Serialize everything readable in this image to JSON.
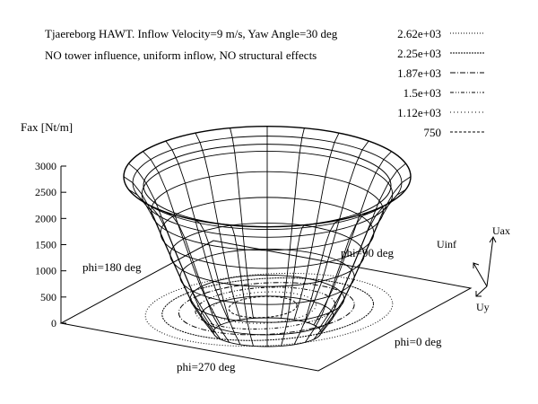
{
  "chart_data": {
    "type": "surface",
    "title_lines": [
      "Tjaereborg HAWT.  Inflow Velocity=9 m/s, Yaw Angle=30 deg",
      "NO tower influence, uniform inflow, NO structural effects"
    ],
    "zlabel": "Fax [Nt/m]",
    "z_ticks": [
      "3000",
      "2500",
      "2000",
      "1500",
      "1000",
      "500",
      "0"
    ],
    "zlim": [
      0,
      3000
    ],
    "grid": false,
    "legend_position": "top-right",
    "contour_levels": [
      {
        "label": "2.62e+03",
        "value": 2620
      },
      {
        "label": "2.25e+03",
        "value": 2250
      },
      {
        "label": "1.87e+03",
        "value": 1870
      },
      {
        "label": "1.5e+03",
        "value": 1500
      },
      {
        "label": "1.12e+03",
        "value": 1120
      },
      {
        "label": "750",
        "value": 750
      }
    ],
    "azimuth_labels": {
      "phi0": "phi=0 deg",
      "phi90": "phi=90 deg",
      "phi180": "phi=180 deg",
      "phi270": "phi=270 deg"
    },
    "surface_rings": {
      "description_free": true,
      "mean_fax_by_ring": [
        0,
        300,
        600,
        1000,
        1400,
        1800,
        2200,
        2500,
        2700,
        2800
      ]
    },
    "vector_labels": {
      "uax": "Uax",
      "uinf": "Uinf",
      "uy": "Uy"
    }
  }
}
